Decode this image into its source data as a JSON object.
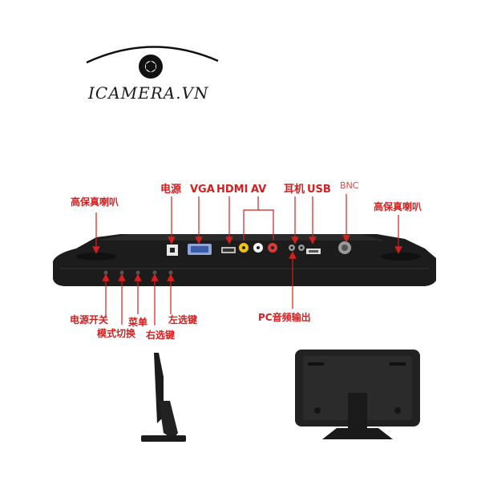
{
  "logo": {
    "text": "ICAMERA.VN"
  },
  "labels": {
    "power": "电源",
    "vga": "VGA",
    "hdmi": "HDMI",
    "av": "AV",
    "earphone": "耳机",
    "usb": "USB",
    "bnc": "BNC",
    "speaker_left": "高保真喇叭",
    "speaker_right": "高保真喇叭",
    "power_switch": "电源开关",
    "mode_switch": "模式切换",
    "menu": "菜单",
    "right_key": "右选键",
    "left_key": "左选键",
    "pc_audio_out": "PC音频输出"
  },
  "colors": {
    "annotation": "#d42020",
    "monitor": "#1c1c1c"
  }
}
